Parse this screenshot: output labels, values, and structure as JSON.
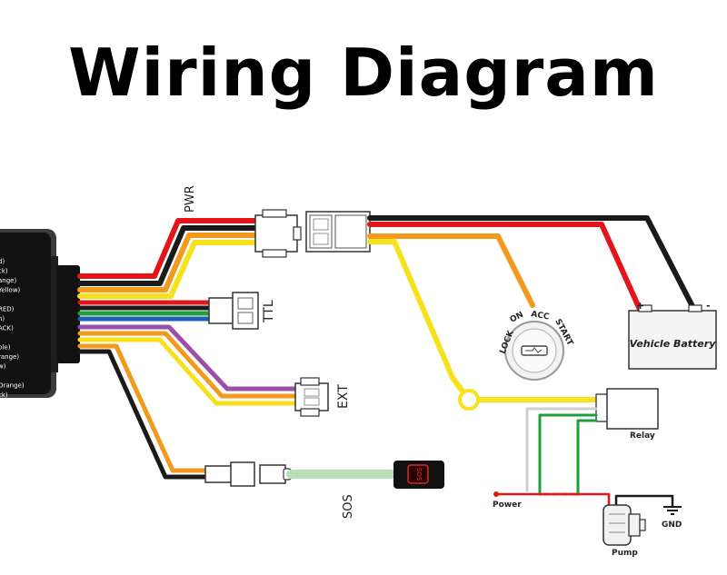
{
  "title": "Wiring Diagram",
  "device_labels": [
    "d)",
    "ck)",
    "ange)",
    "Yellow)",
    "",
    "RED)",
    "n)",
    "ACK)",
    "",
    "ple)",
    "range)",
    "w)",
    "",
    "Orange)",
    "ck)"
  ],
  "connectors": {
    "pwr": "PWR",
    "ttl": "TTL",
    "ext": "EXT",
    "sos": "SOS",
    "sos_button": "SOS"
  },
  "ignition": {
    "lock": "LOCK",
    "on": "ON",
    "acc": "ACC",
    "start": "START"
  },
  "battery": {
    "label": "Vehicle Battery",
    "plus": "+",
    "minus": "-"
  },
  "relay": {
    "label": "Relay"
  },
  "power": {
    "label": "Power"
  },
  "pump": {
    "label": "Pump"
  },
  "gnd": {
    "label": "GND"
  },
  "colors": {
    "red": "#e3151b",
    "black": "#1a1a1a",
    "orange": "#f29a1c",
    "yellow": "#f7e11b",
    "green": "#1f9e3c",
    "blue": "#1d5fb5",
    "purple": "#9b4fa8",
    "light_green": "#b7e0b8",
    "gray_wire": "#cfcfcf"
  }
}
